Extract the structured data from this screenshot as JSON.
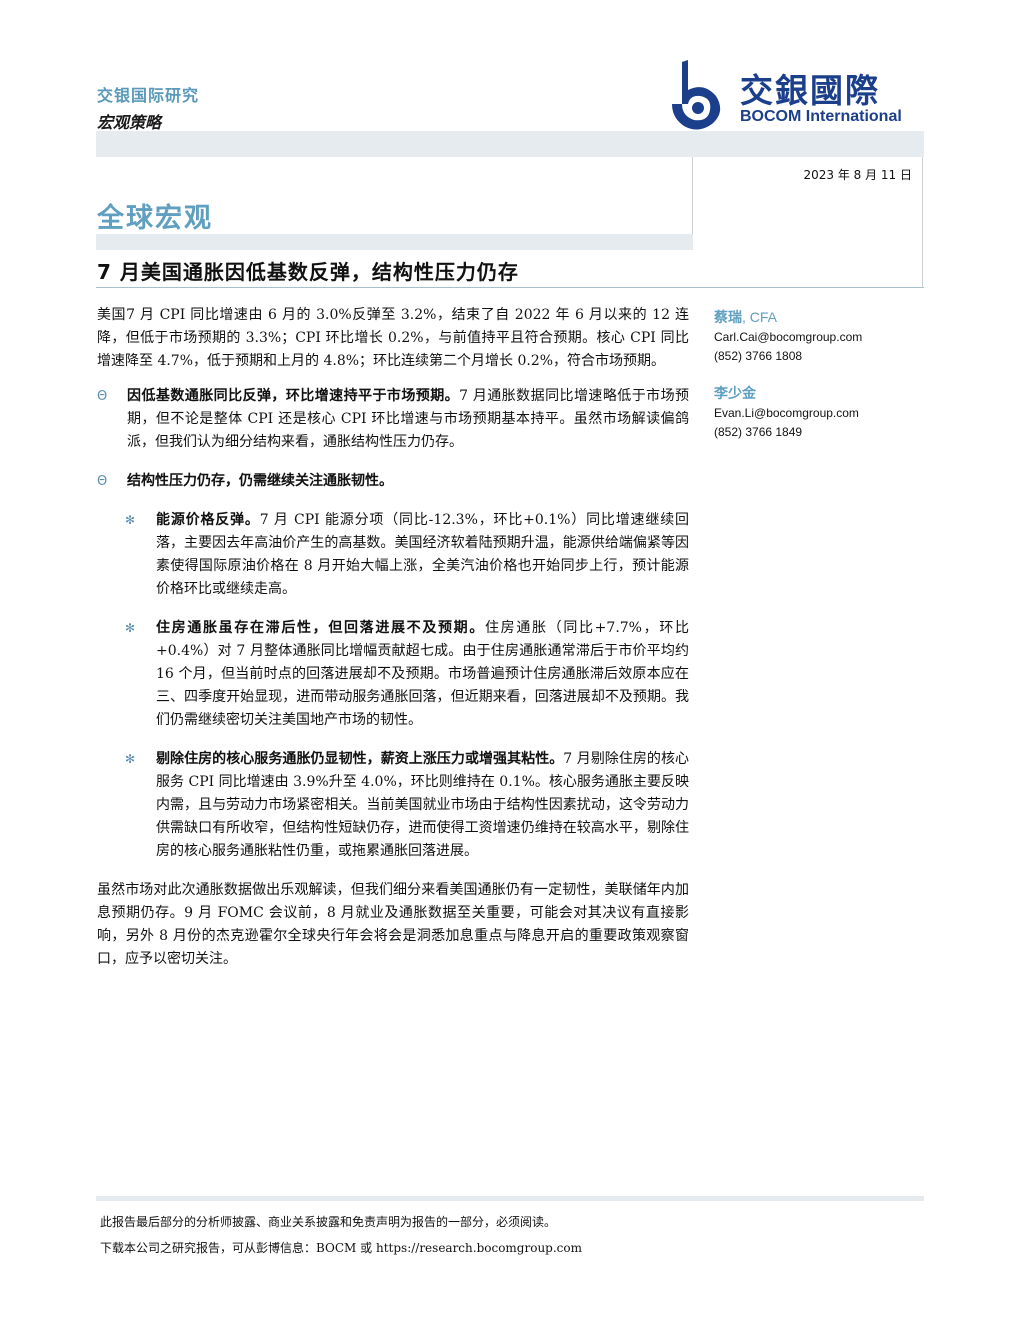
{
  "header": {
    "org": "交银国际研究",
    "strategy": "宏观策略",
    "logo_cn": "交銀國際",
    "logo_en": "BOCOM International",
    "date": "2023 年 8 月 11 日",
    "section": "全球宏观",
    "headline": "7 月美国通胀因低基数反弹，结构性压力仍存"
  },
  "colors": {
    "accent": "#5f9fc0",
    "brand": "#1c3f8c",
    "band": "#e6ebef"
  },
  "body": {
    "intro": "美国7 月 CPI 同比增速由 6 月的 3.0%反弹至 3.2%，结束了自 2022 年 6 月以来的 12 连降，但低于市场预期的 3.3%；CPI 环比增长 0.2%，与前值持平且符合预期。核心 CPI 同比增速降至 4.7%，低于预期和上月的 4.8%；环比连续第二个月增长 0.2%，符合市场预期。",
    "bullet_marker": "Θ",
    "sub_marker": "✻",
    "bullets": [
      {
        "title": "因低基数通胀同比反弹，环比增速持平于市场预期。",
        "text": "7 月通胀数据同比增速略低于市场预期，但不论是整体 CPI 还是核心 CPI 环比增速与市场预期基本持平。虽然市场解读偏鸽派，但我们认为细分结构来看，通胀结构性压力仍存。"
      },
      {
        "title": "结构性压力仍存，仍需继续关注通胀韧性。",
        "text": ""
      }
    ],
    "subbullets": [
      {
        "title": "能源价格反弹。",
        "text": "7 月 CPI 能源分项（同比-12.3%，环比+0.1%）同比增速继续回落，主要因去年高油价产生的高基数。美国经济软着陆预期升温，能源供给端偏紧等因素使得国际原油价格在 8 月开始大幅上涨，全美汽油价格也开始同步上行，预计能源价格环比或继续走高。"
      },
      {
        "title": "住房通胀虽存在滞后性，但回落进展不及预期。",
        "text": "住房通胀（同比+7.7%，环比+0.4%）对 7 月整体通胀同比增幅贡献超七成。由于住房通胀通常滞后于市价平均约 16 个月，但当前时点的回落进展却不及预期。市场普遍预计住房通胀滞后效原本应在三、四季度开始显现，进而带动服务通胀回落，但近期来看，回落进展却不及预期。我们仍需继续密切关注美国地产市场的韧性。"
      },
      {
        "title": "剔除住房的核心服务通胀仍显韧性，薪资上涨压力或增强其粘性。",
        "text": "7 月剔除住房的核心服务 CPI 同比增速由 3.9%升至 4.0%，环比则维持在 0.1%。核心服务通胀主要反映内需，且与劳动力市场紧密相关。当前美国就业市场由于结构性因素扰动，这令劳动力供需缺口有所收窄，但结构性短缺仍存，进而使得工资增速仍维持在较高水平，剔除住房的核心服务通胀粘性仍重，或拖累通胀回落进展。"
      }
    ],
    "conclusion": "虽然市场对此次通胀数据做出乐观解读，但我们细分来看美国通胀仍有一定韧性，美联储年内加息预期仍存。9 月 FOMC 会议前，8 月就业及通胀数据至关重要，可能会对其决议有直接影响，另外 8 月份的杰克逊霍尔全球央行年会将会是洞悉加息重点与降息开启的重要政策观察窗口，应予以密切关注。"
  },
  "analysts": [
    {
      "name": "蔡瑞",
      "suffix": ", CFA",
      "email": "Carl.Cai@bocomgroup.com",
      "phone": "(852) 3766 1808"
    },
    {
      "name": "李少金",
      "suffix": "",
      "email": "Evan.Li@bocomgroup.com",
      "phone": "(852) 3766 1849"
    }
  ],
  "footer": {
    "line1": "此报告最后部分的分析师披露、商业关系披露和免责声明为报告的一部分，必须阅读。",
    "line2": "下载本公司之研究报告，可从彭博信息：BOCM 或 https://research.bocomgroup.com"
  }
}
